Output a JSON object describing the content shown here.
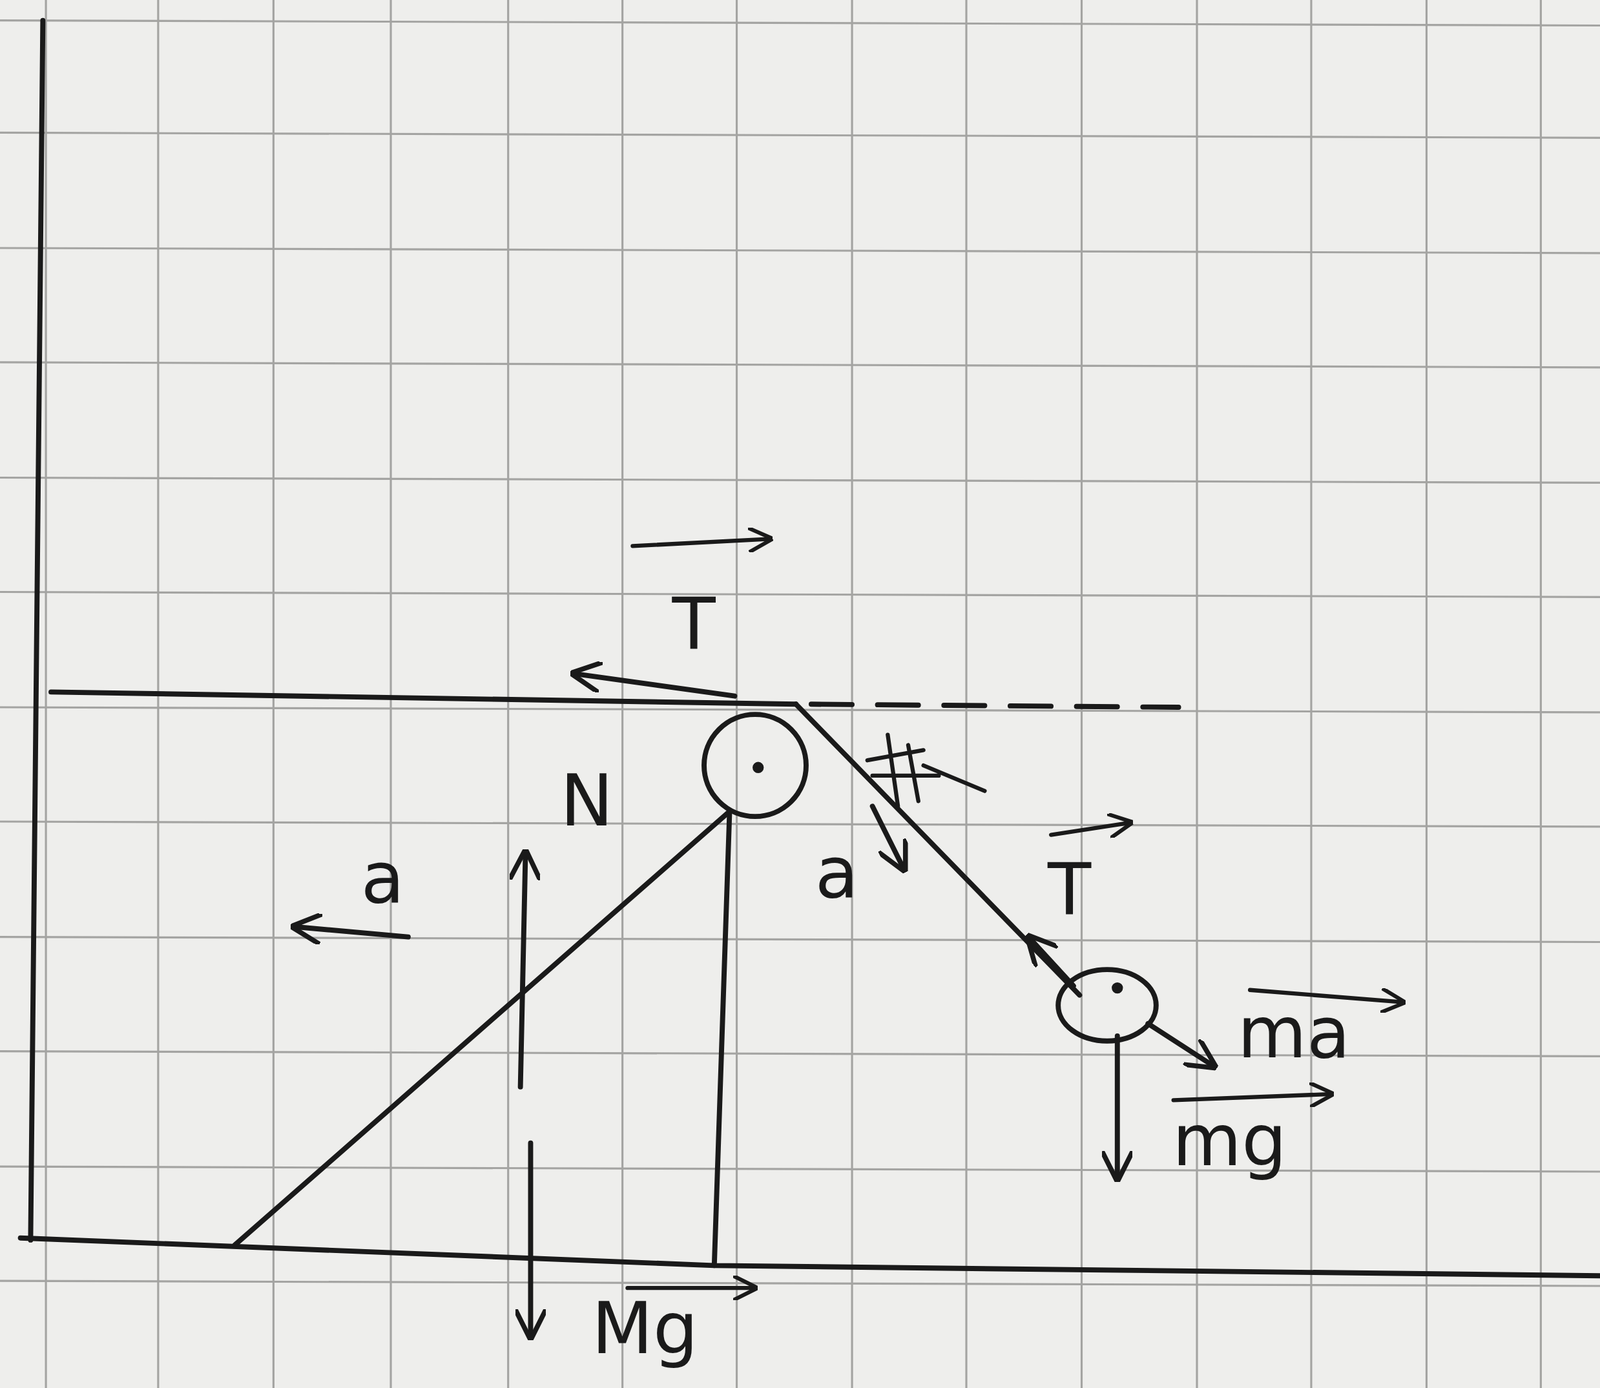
{
  "diagram": {
    "labels": [
      "T",
      "N",
      "a",
      "a",
      "T",
      "ma",
      "mg",
      "Mg"
    ]
  }
}
